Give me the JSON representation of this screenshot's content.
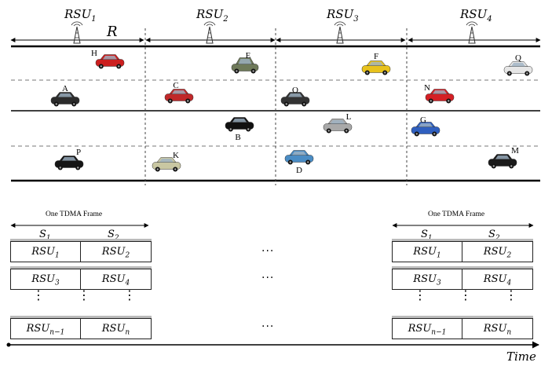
{
  "rsus": [
    {
      "label": "RSU",
      "sub": "1"
    },
    {
      "label": "RSU",
      "sub": "2"
    },
    {
      "label": "RSU",
      "sub": "3"
    },
    {
      "label": "RSU",
      "sub": "4"
    }
  ],
  "range_label": "R",
  "vehicles": [
    {
      "id": "H",
      "color": "#cc1f1f",
      "type": "coupe"
    },
    {
      "id": "E",
      "color": "#6f7a5a",
      "type": "suv"
    },
    {
      "id": "F",
      "color": "#e8c21c",
      "type": "coupe"
    },
    {
      "id": "Q",
      "color": "#e6e6e6",
      "type": "sedan"
    },
    {
      "id": "A",
      "color": "#2b2b2b",
      "type": "sedan"
    },
    {
      "id": "C",
      "color": "#c0282a",
      "type": "sedan"
    },
    {
      "id": "O",
      "color": "#333333",
      "type": "sedan"
    },
    {
      "id": "N",
      "color": "#d41f25",
      "type": "coupe"
    },
    {
      "id": "B",
      "color": "#111111",
      "type": "hatch"
    },
    {
      "id": "L",
      "color": "#a9a9a9",
      "type": "hatch"
    },
    {
      "id": "G",
      "color": "#2f5fbf",
      "type": "race"
    },
    {
      "id": "P",
      "color": "#151515",
      "type": "sedan"
    },
    {
      "id": "K",
      "color": "#c9c7a2",
      "type": "hatch"
    },
    {
      "id": "D",
      "color": "#4a8cc4",
      "type": "hatch"
    },
    {
      "id": "M",
      "color": "#1a1a1a",
      "type": "hatch"
    }
  ],
  "tdma": {
    "frame_label": "One TDMA Frame",
    "slot1": {
      "label": "S",
      "sub": "1"
    },
    "slot2": {
      "label": "S",
      "sub": "2"
    },
    "rows": [
      [
        {
          "label": "RSU",
          "sub": "1"
        },
        {
          "label": "RSU",
          "sub": "2"
        }
      ],
      [
        {
          "label": "RSU",
          "sub": "3"
        },
        {
          "label": "RSU",
          "sub": "4"
        }
      ],
      [
        {
          "label": "RSU",
          "sub": "n−1"
        },
        {
          "label": "RSU",
          "sub": "n"
        }
      ]
    ],
    "ellipsis": "···",
    "vdots": "⋮"
  },
  "time_label": "Time"
}
